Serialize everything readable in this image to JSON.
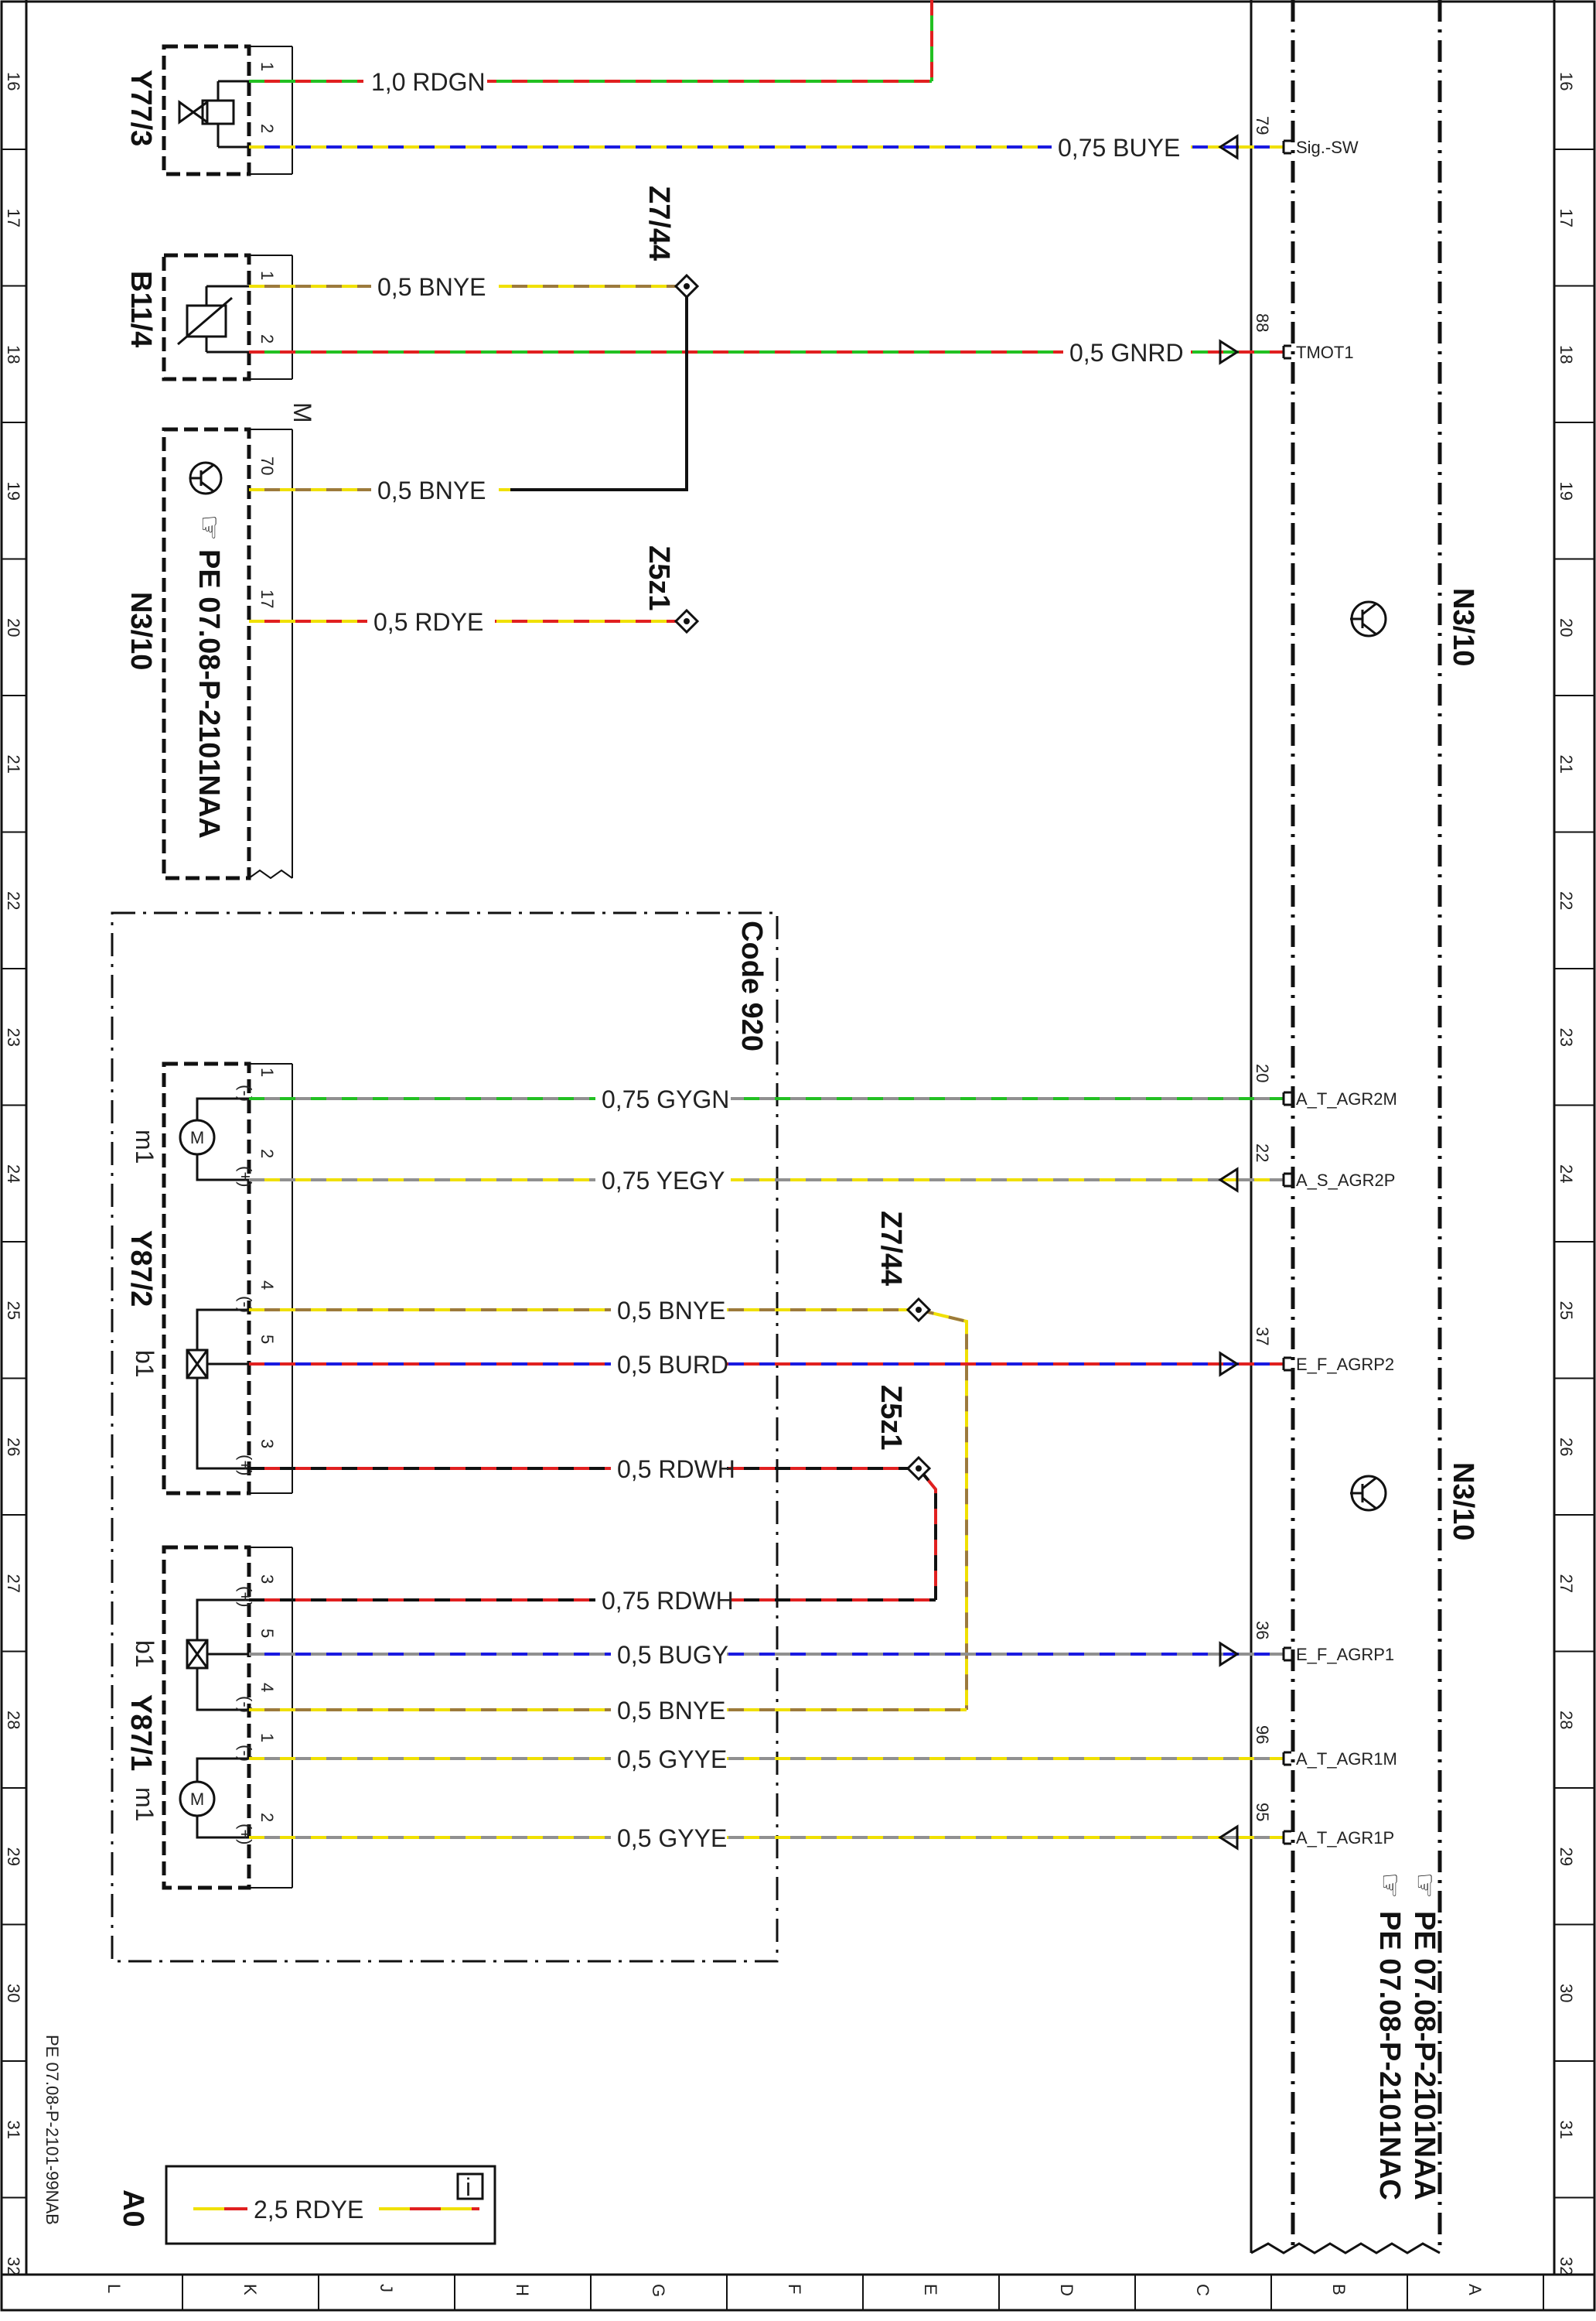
{
  "rows": [
    "16",
    "17",
    "18",
    "19",
    "20",
    "21",
    "22",
    "23",
    "24",
    "25",
    "26",
    "27",
    "28",
    "29",
    "30",
    "31",
    "32"
  ],
  "columns": [
    "L",
    "K",
    "J",
    "H",
    "G",
    "F",
    "E",
    "D",
    "C",
    "B",
    "A"
  ],
  "components": {
    "y77_3": "Y77/3",
    "b11_4": "B11/4",
    "n3_10": "N3/10",
    "n3_10_ref": "PE 07.08-P-2101NAA",
    "y87_2": "Y87/2",
    "y87_1": "Y87/1",
    "code": "Code 920",
    "a0": "A0",
    "n3_10_right": "N3/10",
    "ref_naa": "PE 07.08-P-2101NAA",
    "ref_nac": "PE 07.08-P-2101NAC",
    "m_label": "M",
    "m1": "m1",
    "b1": "b1"
  },
  "wires": {
    "w1": "1,0 RDGN",
    "w2": "0,75 BUYE",
    "w3": "0,5 BNYE",
    "w4": "0,5 GNRD",
    "w5": "0,5 BNYE",
    "w6": "0,5 RDYE",
    "w7": "0,75 GYGN",
    "w8": "0,75 YEGY",
    "w9": "0,5 BNYE",
    "w10": "0,5 BURD",
    "w11": "0,5 RDWH",
    "w12": "0,75 RDWH",
    "w13": "0,5 BUGY",
    "w14": "0,5 BNYE",
    "w15": "0,5 GYYE",
    "w16": "0,5 GYYE",
    "legend": "2,5 RDYE"
  },
  "splices": {
    "s1": "Z7/44",
    "s2": "Z5z1",
    "s3": "Z7/44",
    "s4": "Z5z1"
  },
  "signals": {
    "sig_sw": "Sig.-SW",
    "tmot1": "TMOT1",
    "agr2m": "A_T_AGR2M",
    "agr2p": "A_S_AGR2P",
    "egrp2": "E_F_AGRP2",
    "egrp1": "E_F_AGRP1",
    "agr1m": "A_T_AGR1M",
    "agr1p": "A_T_AGR1P"
  },
  "pins": {
    "p79": "79",
    "p88": "88",
    "p20": "20",
    "p22": "22",
    "p37": "37",
    "p36": "36",
    "p96": "96",
    "p95": "95",
    "y77_1": "1",
    "y77_2": "2",
    "b11_1": "1",
    "b11_2": "2",
    "n3_70": "70",
    "n3_17": "17",
    "y87_2_1": "1",
    "y87_2_2": "2",
    "y87_2_4": "4",
    "y87_2_5": "5",
    "y87_2_3": "3",
    "y87_1_3": "3",
    "y87_1_5": "5",
    "y87_1_4": "4",
    "y87_1_1": "1",
    "y87_1_2": "2",
    "minus": "(-)",
    "plus": "(+)"
  },
  "footer_ref": "PE 07.08-P-2101-99NAB",
  "info_icon": "i",
  "colors": {
    "red": "#e02020",
    "green": "#22c022",
    "yellow": "#f0e000",
    "blue": "#1a1ae0",
    "brown": "#9c7a3c",
    "grey": "#909090",
    "white": "#e0e0e0",
    "black": "#111111"
  }
}
